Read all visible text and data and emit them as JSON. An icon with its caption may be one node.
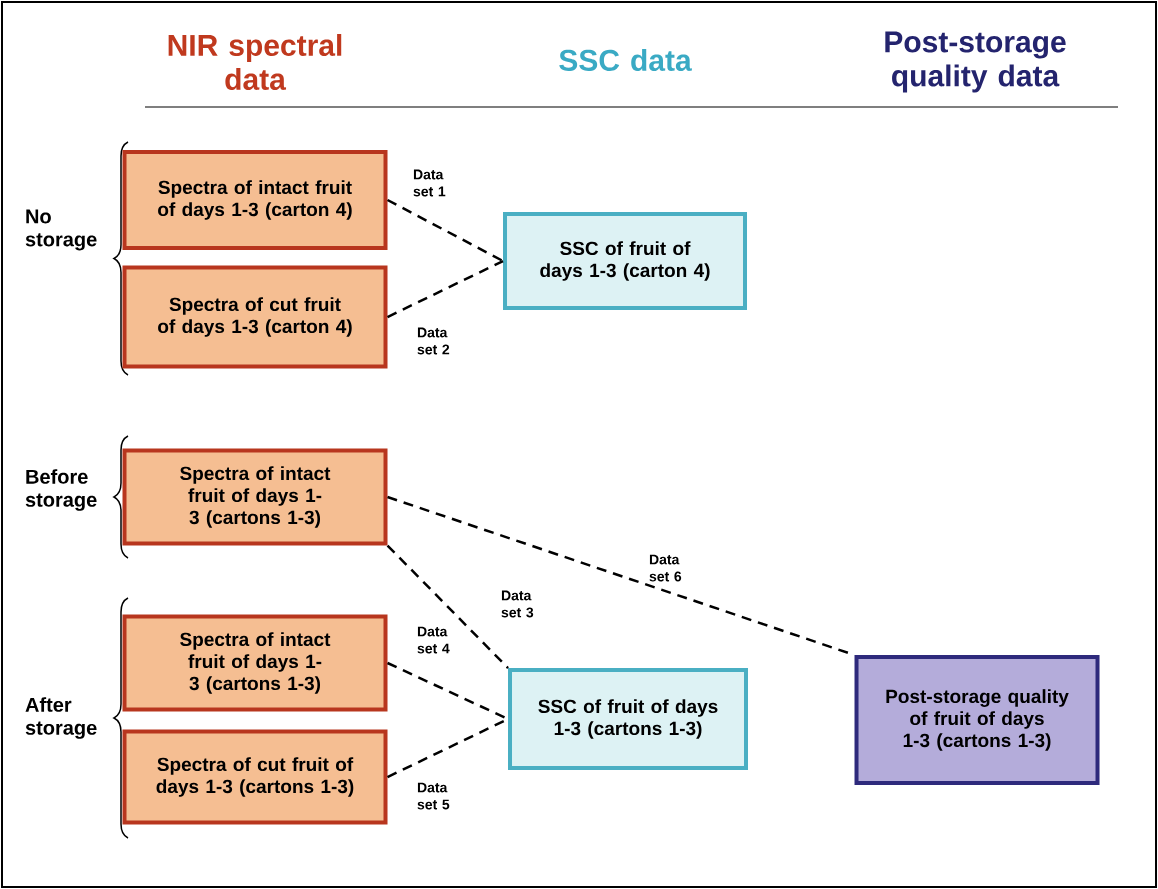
{
  "diagram": {
    "nodes": [
      {
        "text": [
          "Spectra of intact fruit of days 1-3 (carton 4)"
        ]
      },
      {
        "text": [
          "Spectra of cut fruit of days 1-3 (carton 4)"
        ]
      },
      {
        "text": [
          "SSC of fruit of days 1-3 (carton 4)"
        ]
      },
      {
        "text": [
          "Spectra of intact fruit of days 1-3 (cartons 1-3)"
        ]
      },
      {
        "text": [
          "Spectra of intact fruit of days 1-3 (cartons 1-3)"
        ]
      },
      {
        "text": [
          "Spectra of cut fruit of days 1-3 (cartons 1-3)"
        ]
      },
      {
        "text": [
          "SSC of fruit of days 1-3 (cartons 1-3)"
        ]
      },
      {
        "text": [
          "Post-storage quality of fruit of days 1-3 (cartons 1-3)"
        ]
      }
    ],
    "edges": [
      {
        "from": 0,
        "to": 2,
        "arrow": "none",
        "label": "Data set 1",
        "style": "dashed"
      },
      {
        "from": 1,
        "to": 2,
        "arrow": "none",
        "label": "Data set 2",
        "style": "dashed"
      },
      {
        "from": 3,
        "to": 6,
        "arrow": "none",
        "label": "Data set 3",
        "style": "dashed"
      },
      {
        "from": 4,
        "to": 6,
        "arrow": "none",
        "label": "Data set 4",
        "style": "dashed"
      },
      {
        "from": 5,
        "to": 6,
        "arrow": "none",
        "label": "Data set 5",
        "style": "dashed"
      },
      {
        "from": 3,
        "to": 7,
        "arrow": "none",
        "label": "Data set 6",
        "style": "dashed"
      }
    ],
    "labels": [
      "NIR spectral data",
      "SSC data",
      "Post-storage quality data",
      "No storage",
      "Before storage",
      "After storage"
    ]
  }
}
